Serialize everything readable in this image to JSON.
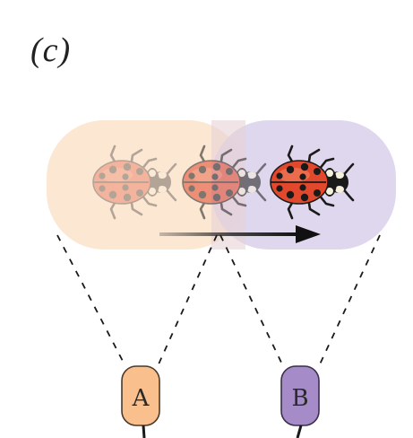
{
  "panel_label": "(c)",
  "receptive_fields": [
    {
      "name": "A",
      "color": "#fbe3cb"
    },
    {
      "name": "B",
      "color": "#d9d0ea"
    }
  ],
  "cells": [
    {
      "label": "A",
      "fill": "#f9c08e",
      "stroke": "#4a3a2a"
    },
    {
      "label": "B",
      "fill": "#a58cc8",
      "stroke": "#3a2f4a"
    }
  ],
  "motion_arrow_color": "#222222",
  "ladybug_positions": 3,
  "icons": [
    "ladybug-icon",
    "arrow-icon"
  ]
}
